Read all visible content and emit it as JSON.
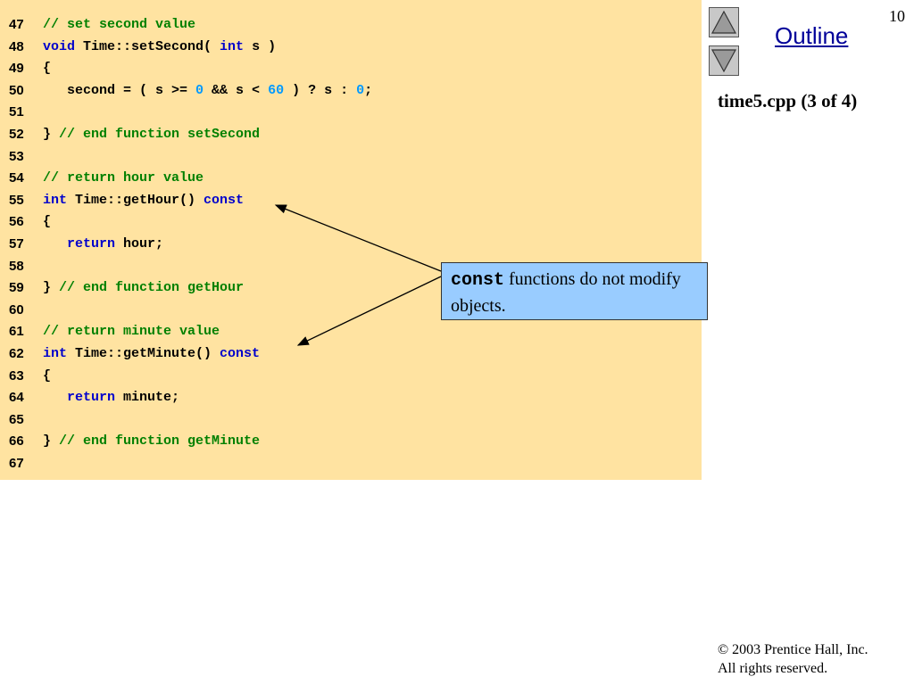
{
  "slide": {
    "page_number": "10",
    "outline_label": "Outline",
    "file_title": "time5.cpp (3 of 4)",
    "callout": {
      "code": "const",
      "text": " functions do not modify objects."
    },
    "footer": {
      "copyright_symbol": "©",
      "line1": " 2003 Prentice Hall, Inc.",
      "line2": "All rights reserved."
    }
  },
  "code": {
    "lines": [
      {
        "num": "47",
        "tokens": [
          {
            "t": "cm",
            "s": "// set second value"
          }
        ]
      },
      {
        "num": "48",
        "tokens": [
          {
            "t": "kw",
            "s": "void"
          },
          {
            "t": "plain",
            "s": " Time::setSecond( "
          },
          {
            "t": "kw",
            "s": "int"
          },
          {
            "t": "plain",
            "s": " s )"
          }
        ]
      },
      {
        "num": "49",
        "tokens": [
          {
            "t": "plain",
            "s": "{"
          }
        ]
      },
      {
        "num": "50",
        "tokens": [
          {
            "t": "plain",
            "s": "   second = ( s >= "
          },
          {
            "t": "num",
            "s": "0"
          },
          {
            "t": "plain",
            "s": " && s < "
          },
          {
            "t": "num",
            "s": "60"
          },
          {
            "t": "plain",
            "s": " ) ? s : "
          },
          {
            "t": "num",
            "s": "0"
          },
          {
            "t": "plain",
            "s": ";"
          }
        ]
      },
      {
        "num": "51",
        "tokens": []
      },
      {
        "num": "52",
        "tokens": [
          {
            "t": "plain",
            "s": "} "
          },
          {
            "t": "cm",
            "s": "// end function setSecond"
          }
        ]
      },
      {
        "num": "53",
        "tokens": []
      },
      {
        "num": "54",
        "tokens": [
          {
            "t": "cm",
            "s": "// return hour value"
          }
        ]
      },
      {
        "num": "55",
        "tokens": [
          {
            "t": "kw",
            "s": "int"
          },
          {
            "t": "plain",
            "s": " Time::getHour() "
          },
          {
            "t": "kw",
            "s": "const"
          }
        ]
      },
      {
        "num": "56",
        "tokens": [
          {
            "t": "plain",
            "s": "{"
          }
        ]
      },
      {
        "num": "57",
        "tokens": [
          {
            "t": "plain",
            "s": "   "
          },
          {
            "t": "kw",
            "s": "return"
          },
          {
            "t": "plain",
            "s": " hour;"
          }
        ]
      },
      {
        "num": "58",
        "tokens": []
      },
      {
        "num": "59",
        "tokens": [
          {
            "t": "plain",
            "s": "} "
          },
          {
            "t": "cm",
            "s": "// end function getHour"
          }
        ]
      },
      {
        "num": "60",
        "tokens": []
      },
      {
        "num": "61",
        "tokens": [
          {
            "t": "cm",
            "s": "// return minute value"
          }
        ]
      },
      {
        "num": "62",
        "tokens": [
          {
            "t": "kw",
            "s": "int"
          },
          {
            "t": "plain",
            "s": " Time::getMinute() "
          },
          {
            "t": "kw",
            "s": "const"
          }
        ]
      },
      {
        "num": "63",
        "tokens": [
          {
            "t": "plain",
            "s": "{"
          }
        ]
      },
      {
        "num": "64",
        "tokens": [
          {
            "t": "plain",
            "s": "   "
          },
          {
            "t": "kw",
            "s": "return"
          },
          {
            "t": "plain",
            "s": " minute;"
          }
        ]
      },
      {
        "num": "65",
        "tokens": []
      },
      {
        "num": "66",
        "tokens": [
          {
            "t": "plain",
            "s": "} "
          },
          {
            "t": "cm",
            "s": "// end function getMinute"
          }
        ]
      },
      {
        "num": "67",
        "tokens": []
      }
    ]
  },
  "colors": {
    "code_background": "#ffe3a1",
    "keyword": "#0000cc",
    "comment": "#008000",
    "number": "#0099ff",
    "callout_background": "#99ccff",
    "outline_link": "#000099"
  },
  "icons": {
    "nav_up": "triangle-up-icon",
    "nav_down": "triangle-down-icon"
  }
}
